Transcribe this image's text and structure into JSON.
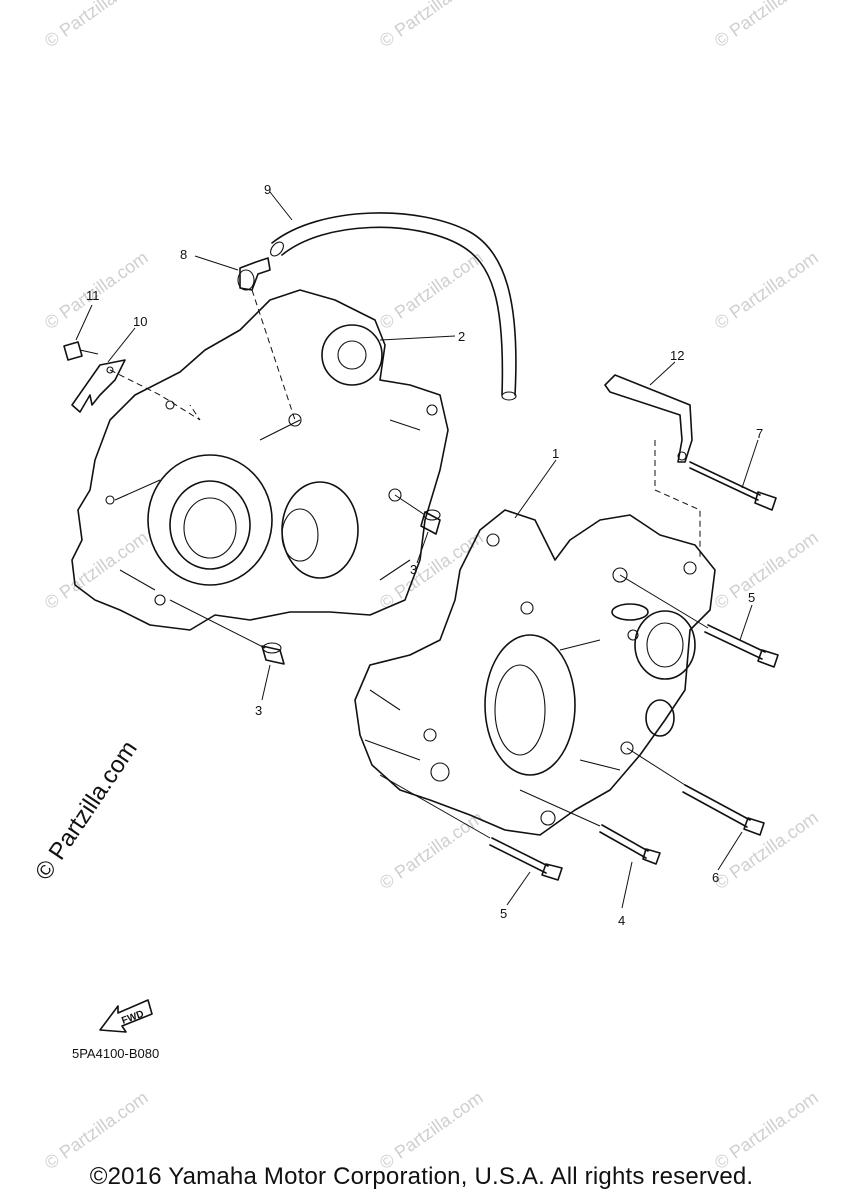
{
  "watermark": {
    "small_text": "© Partzilla.com",
    "large_text": "© Partzilla.com"
  },
  "callouts": [
    "1",
    "2",
    "3",
    "3",
    "4",
    "5",
    "5",
    "6",
    "7",
    "8",
    "9",
    "10",
    "11",
    "12"
  ],
  "fwd_label": "FWD",
  "diagram_code": "5PA4100-B080",
  "copyright": "©2016 Yamaha Motor Corporation, U.S.A. All rights reserved."
}
